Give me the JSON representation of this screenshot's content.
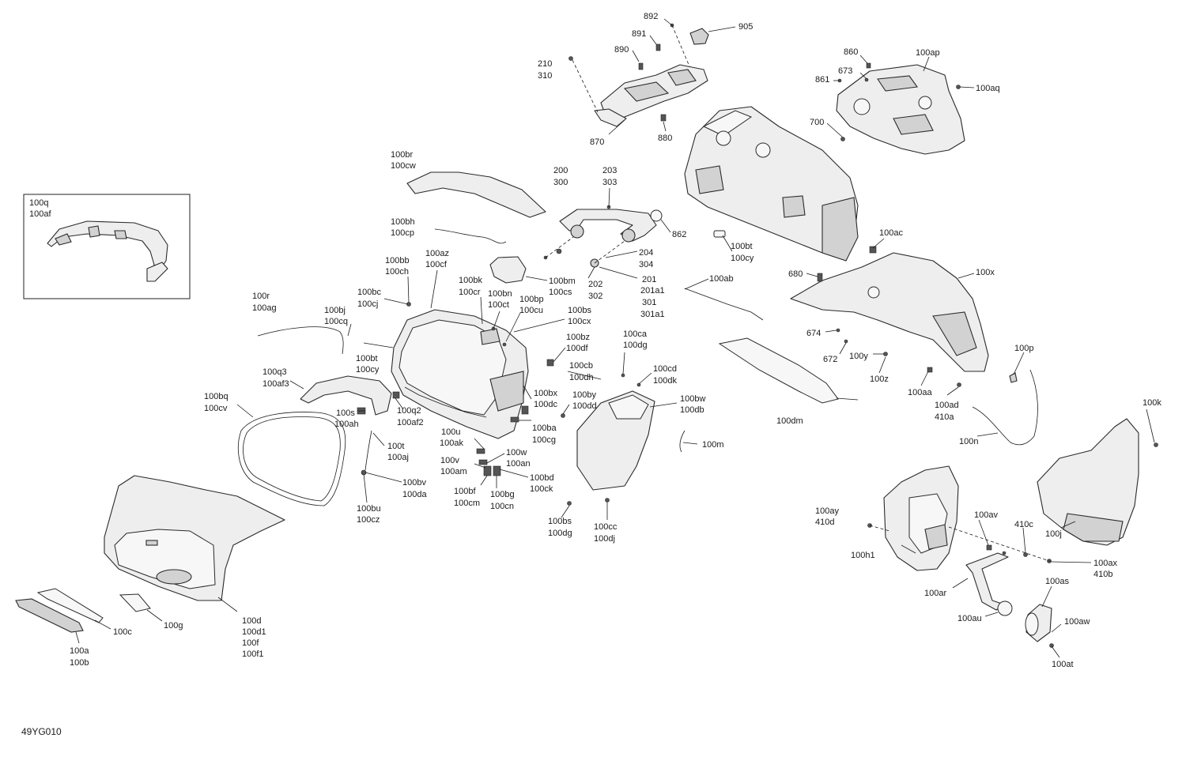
{
  "diagram": {
    "code": "49YG010",
    "labels": [
      {
        "id": "l892",
        "text": "892"
      },
      {
        "id": "l905",
        "text": "905"
      },
      {
        "id": "l891",
        "text": "891"
      },
      {
        "id": "l890",
        "text": "890"
      },
      {
        "id": "l210",
        "text": "210"
      },
      {
        "id": "l310",
        "text": "310"
      },
      {
        "id": "l870",
        "text": "870"
      },
      {
        "id": "l880",
        "text": "880"
      },
      {
        "id": "l860",
        "text": "860"
      },
      {
        "id": "l673",
        "text": "673"
      },
      {
        "id": "l861",
        "text": "861"
      },
      {
        "id": "l700",
        "text": "700"
      },
      {
        "id": "l100ap",
        "text": "100ap"
      },
      {
        "id": "l100aq",
        "text": "100aq"
      },
      {
        "id": "l100br",
        "text": "100br"
      },
      {
        "id": "l100cw",
        "text": "100cw"
      },
      {
        "id": "l200",
        "text": "200"
      },
      {
        "id": "l300",
        "text": "300"
      },
      {
        "id": "l203",
        "text": "203"
      },
      {
        "id": "l303",
        "text": "303"
      },
      {
        "id": "l862",
        "text": "862"
      },
      {
        "id": "l100bh",
        "text": "100bh"
      },
      {
        "id": "l100cp",
        "text": "100cp"
      },
      {
        "id": "l100q",
        "text": "100q"
      },
      {
        "id": "l100af",
        "text": "100af"
      },
      {
        "id": "l100bt_a",
        "text": "100bt"
      },
      {
        "id": "l100cy_a",
        "text": "100cy"
      },
      {
        "id": "l100ac",
        "text": "100ac"
      },
      {
        "id": "l204",
        "text": "204"
      },
      {
        "id": "l304",
        "text": "304"
      },
      {
        "id": "l100az",
        "text": "100az"
      },
      {
        "id": "l100cf",
        "text": "100cf"
      },
      {
        "id": "l100bb",
        "text": "100bb"
      },
      {
        "id": "l100ch",
        "text": "100ch"
      },
      {
        "id": "l100ab",
        "text": "100ab"
      },
      {
        "id": "l680",
        "text": "680"
      },
      {
        "id": "l100x",
        "text": "100x"
      },
      {
        "id": "l100bk",
        "text": "100bk"
      },
      {
        "id": "l100cr",
        "text": "100cr"
      },
      {
        "id": "l100bm",
        "text": "100bm"
      },
      {
        "id": "l100cs",
        "text": "100cs"
      },
      {
        "id": "l202",
        "text": "202"
      },
      {
        "id": "l302",
        "text": "302"
      },
      {
        "id": "l201",
        "text": "201"
      },
      {
        "id": "l201a1",
        "text": "201a1"
      },
      {
        "id": "l301",
        "text": "301"
      },
      {
        "id": "l301a1",
        "text": "301a1"
      },
      {
        "id": "l100bc",
        "text": "100bc"
      },
      {
        "id": "l100cj",
        "text": "100cj"
      },
      {
        "id": "l100bn",
        "text": "100bn"
      },
      {
        "id": "l100ct",
        "text": "100ct"
      },
      {
        "id": "l100bp",
        "text": "100bp"
      },
      {
        "id": "l100cu",
        "text": "100cu"
      },
      {
        "id": "l100r",
        "text": "100r"
      },
      {
        "id": "l100ag",
        "text": "100ag"
      },
      {
        "id": "l100bj",
        "text": "100bj"
      },
      {
        "id": "l100cq",
        "text": "100cq"
      },
      {
        "id": "l100bs_a",
        "text": "100bs"
      },
      {
        "id": "l100cx",
        "text": "100cx"
      },
      {
        "id": "l674",
        "text": "674"
      },
      {
        "id": "l672",
        "text": "672"
      },
      {
        "id": "l100y",
        "text": "100y"
      },
      {
        "id": "l100bz",
        "text": "100bz"
      },
      {
        "id": "l100df",
        "text": "100df"
      },
      {
        "id": "l100ca",
        "text": "100ca"
      },
      {
        "id": "l100dg_a",
        "text": "100dg"
      },
      {
        "id": "l100p",
        "text": "100p"
      },
      {
        "id": "l100bt_b",
        "text": "100bt"
      },
      {
        "id": "l100cy_b",
        "text": "100cy"
      },
      {
        "id": "l100cb",
        "text": "100cb"
      },
      {
        "id": "l100dh",
        "text": "100dh"
      },
      {
        "id": "l100cd",
        "text": "100cd"
      },
      {
        "id": "l100dk",
        "text": "100dk"
      },
      {
        "id": "l100z",
        "text": "100z"
      },
      {
        "id": "l100q3",
        "text": "100q3"
      },
      {
        "id": "l100af3",
        "text": "100af3"
      },
      {
        "id": "l100aa",
        "text": "100aa"
      },
      {
        "id": "l100ad",
        "text": "100ad"
      },
      {
        "id": "l410a",
        "text": "410a"
      },
      {
        "id": "l100bq",
        "text": "100bq"
      },
      {
        "id": "l100cv",
        "text": "100cv"
      },
      {
        "id": "l100bx",
        "text": "100bx"
      },
      {
        "id": "l100dc",
        "text": "100dc"
      },
      {
        "id": "l100by",
        "text": "100by"
      },
      {
        "id": "l100dd",
        "text": "100dd"
      },
      {
        "id": "l100bw",
        "text": "100bw"
      },
      {
        "id": "l100db",
        "text": "100db"
      },
      {
        "id": "l100dm",
        "text": "100dm"
      },
      {
        "id": "l100k",
        "text": "100k"
      },
      {
        "id": "l100s",
        "text": "100s"
      },
      {
        "id": "l100ah",
        "text": "100ah"
      },
      {
        "id": "l100q2",
        "text": "100q2"
      },
      {
        "id": "l100af2",
        "text": "100af2"
      },
      {
        "id": "l100ba",
        "text": "100ba"
      },
      {
        "id": "l100cg",
        "text": "100cg"
      },
      {
        "id": "l100u",
        "text": "100u"
      },
      {
        "id": "l100ak",
        "text": "100ak"
      },
      {
        "id": "l100w",
        "text": "100w"
      },
      {
        "id": "l100an",
        "text": "100an"
      },
      {
        "id": "l100t",
        "text": "100t"
      },
      {
        "id": "l100aj",
        "text": "100aj"
      },
      {
        "id": "l100n",
        "text": "100n"
      },
      {
        "id": "l100m",
        "text": "100m"
      },
      {
        "id": "l100v",
        "text": "100v"
      },
      {
        "id": "l100am",
        "text": "100am"
      },
      {
        "id": "l100bd",
        "text": "100bd"
      },
      {
        "id": "l100ck",
        "text": "100ck"
      },
      {
        "id": "l100bf",
        "text": "100bf"
      },
      {
        "id": "l100cm",
        "text": "100cm"
      },
      {
        "id": "l100bg",
        "text": "100bg"
      },
      {
        "id": "l100cn",
        "text": "100cn"
      },
      {
        "id": "l100bv",
        "text": "100bv"
      },
      {
        "id": "l100da",
        "text": "100da"
      },
      {
        "id": "l100bu",
        "text": "100bu"
      },
      {
        "id": "l100cz",
        "text": "100cz"
      },
      {
        "id": "l100bs_b",
        "text": "100bs"
      },
      {
        "id": "l100dg_b",
        "text": "100dg"
      },
      {
        "id": "l100cc",
        "text": "100cc"
      },
      {
        "id": "l100dj",
        "text": "100dj"
      },
      {
        "id": "l100ay",
        "text": "100ay"
      },
      {
        "id": "l410d",
        "text": "410d"
      },
      {
        "id": "l100av",
        "text": "100av"
      },
      {
        "id": "l410c",
        "text": "410c"
      },
      {
        "id": "l100h1",
        "text": "100h1"
      },
      {
        "id": "l100j",
        "text": "100j"
      },
      {
        "id": "l100ax",
        "text": "100ax"
      },
      {
        "id": "l410b",
        "text": "410b"
      },
      {
        "id": "l100ar",
        "text": "100ar"
      },
      {
        "id": "l100as",
        "text": "100as"
      },
      {
        "id": "l100au",
        "text": "100au"
      },
      {
        "id": "l100aw",
        "text": "100aw"
      },
      {
        "id": "l100at",
        "text": "100at"
      },
      {
        "id": "l100d",
        "text": "100d"
      },
      {
        "id": "l100d1",
        "text": "100d1"
      },
      {
        "id": "l100f",
        "text": "100f"
      },
      {
        "id": "l100f1",
        "text": "100f1"
      },
      {
        "id": "l100c",
        "text": "100c"
      },
      {
        "id": "l100g",
        "text": "100g"
      },
      {
        "id": "l100a",
        "text": "100a"
      },
      {
        "id": "l100b",
        "text": "100b"
      }
    ]
  }
}
